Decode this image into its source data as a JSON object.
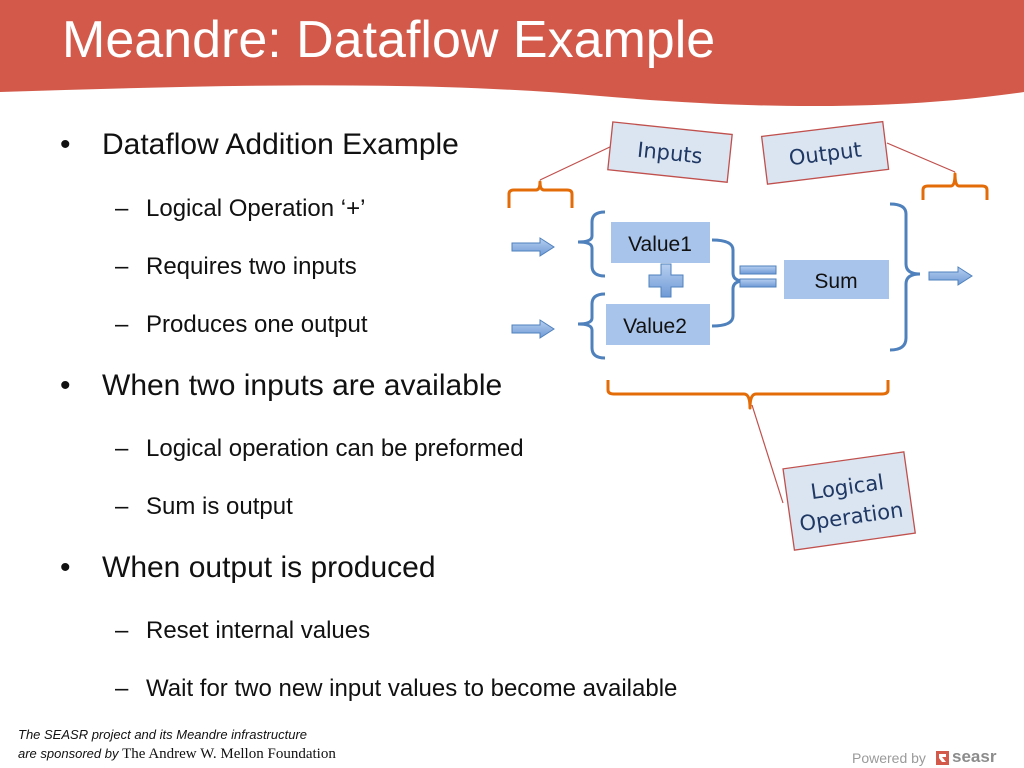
{
  "slide": {
    "title": "Meandre: Dataflow Example",
    "accent_color": "#d35a4a"
  },
  "bullets": [
    {
      "text": "Dataflow Addition Example",
      "sub": [
        "Logical Operation ‘+’",
        "Requires two inputs",
        "Produces one output"
      ]
    },
    {
      "text": "When two inputs are available",
      "sub": [
        "Logical operation can be preformed",
        "Sum is output"
      ]
    },
    {
      "text": "When output is produced",
      "sub": [
        "Reset internal values",
        "Wait for two new input values to become available"
      ]
    }
  ],
  "diagram": {
    "callouts": {
      "inputs": "Inputs",
      "output": "Output",
      "logical_operation": [
        "Logical",
        "Operation"
      ]
    },
    "boxes": {
      "value1": "Value1",
      "value2": "Value2",
      "sum": "Sum"
    },
    "operators": {
      "plus": "plus-sign",
      "equals": "equals-sign"
    },
    "colors": {
      "box_fill": "#a9c4ea",
      "bracket_blue": "#4f81bd",
      "brace_orange": "#e36c09",
      "callout_fill": "#dbe5f1",
      "callout_border": "#c0504d",
      "arrow_fill": "#8db3e2"
    }
  },
  "footer": {
    "line1": "The SEASR project and its Meandre infrastructure",
    "line2_prefix": "are sponsored by ",
    "line2_org": "The Andrew W. Mellon Foundation",
    "powered_by": "Powered by",
    "brand": "seasr"
  }
}
